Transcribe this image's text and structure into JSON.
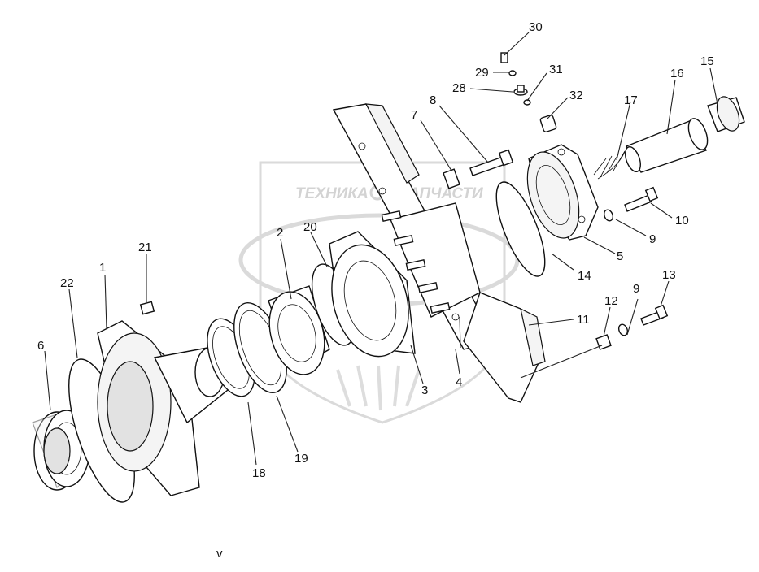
{
  "watermark": {
    "text": "ТЕХНИКА ЗАПЧАСТИ",
    "word1": "ТЕХНИКА",
    "word2": "ЗАПЧАСТИ",
    "color": "#cfcfcf"
  },
  "footer_mark": "v",
  "callouts": [
    {
      "id": "c1",
      "label": "1"
    },
    {
      "id": "c2",
      "label": "2"
    },
    {
      "id": "c3",
      "label": "3"
    },
    {
      "id": "c4",
      "label": "4"
    },
    {
      "id": "c5",
      "label": "5"
    },
    {
      "id": "c6",
      "label": "6"
    },
    {
      "id": "c7",
      "label": "7"
    },
    {
      "id": "c8",
      "label": "8"
    },
    {
      "id": "c9a",
      "label": "9"
    },
    {
      "id": "c9b",
      "label": "9"
    },
    {
      "id": "c10",
      "label": "10"
    },
    {
      "id": "c11",
      "label": "11"
    },
    {
      "id": "c12",
      "label": "12"
    },
    {
      "id": "c13",
      "label": "13"
    },
    {
      "id": "c14",
      "label": "14"
    },
    {
      "id": "c15",
      "label": "15"
    },
    {
      "id": "c16",
      "label": "16"
    },
    {
      "id": "c17",
      "label": "17"
    },
    {
      "id": "c18",
      "label": "18"
    },
    {
      "id": "c19",
      "label": "19"
    },
    {
      "id": "c20",
      "label": "20"
    },
    {
      "id": "c21",
      "label": "21"
    },
    {
      "id": "c22",
      "label": "22"
    },
    {
      "id": "c28",
      "label": "28"
    },
    {
      "id": "c29",
      "label": "29"
    },
    {
      "id": "c30",
      "label": "30"
    },
    {
      "id": "c31",
      "label": "31"
    },
    {
      "id": "c32",
      "label": "32"
    }
  ]
}
